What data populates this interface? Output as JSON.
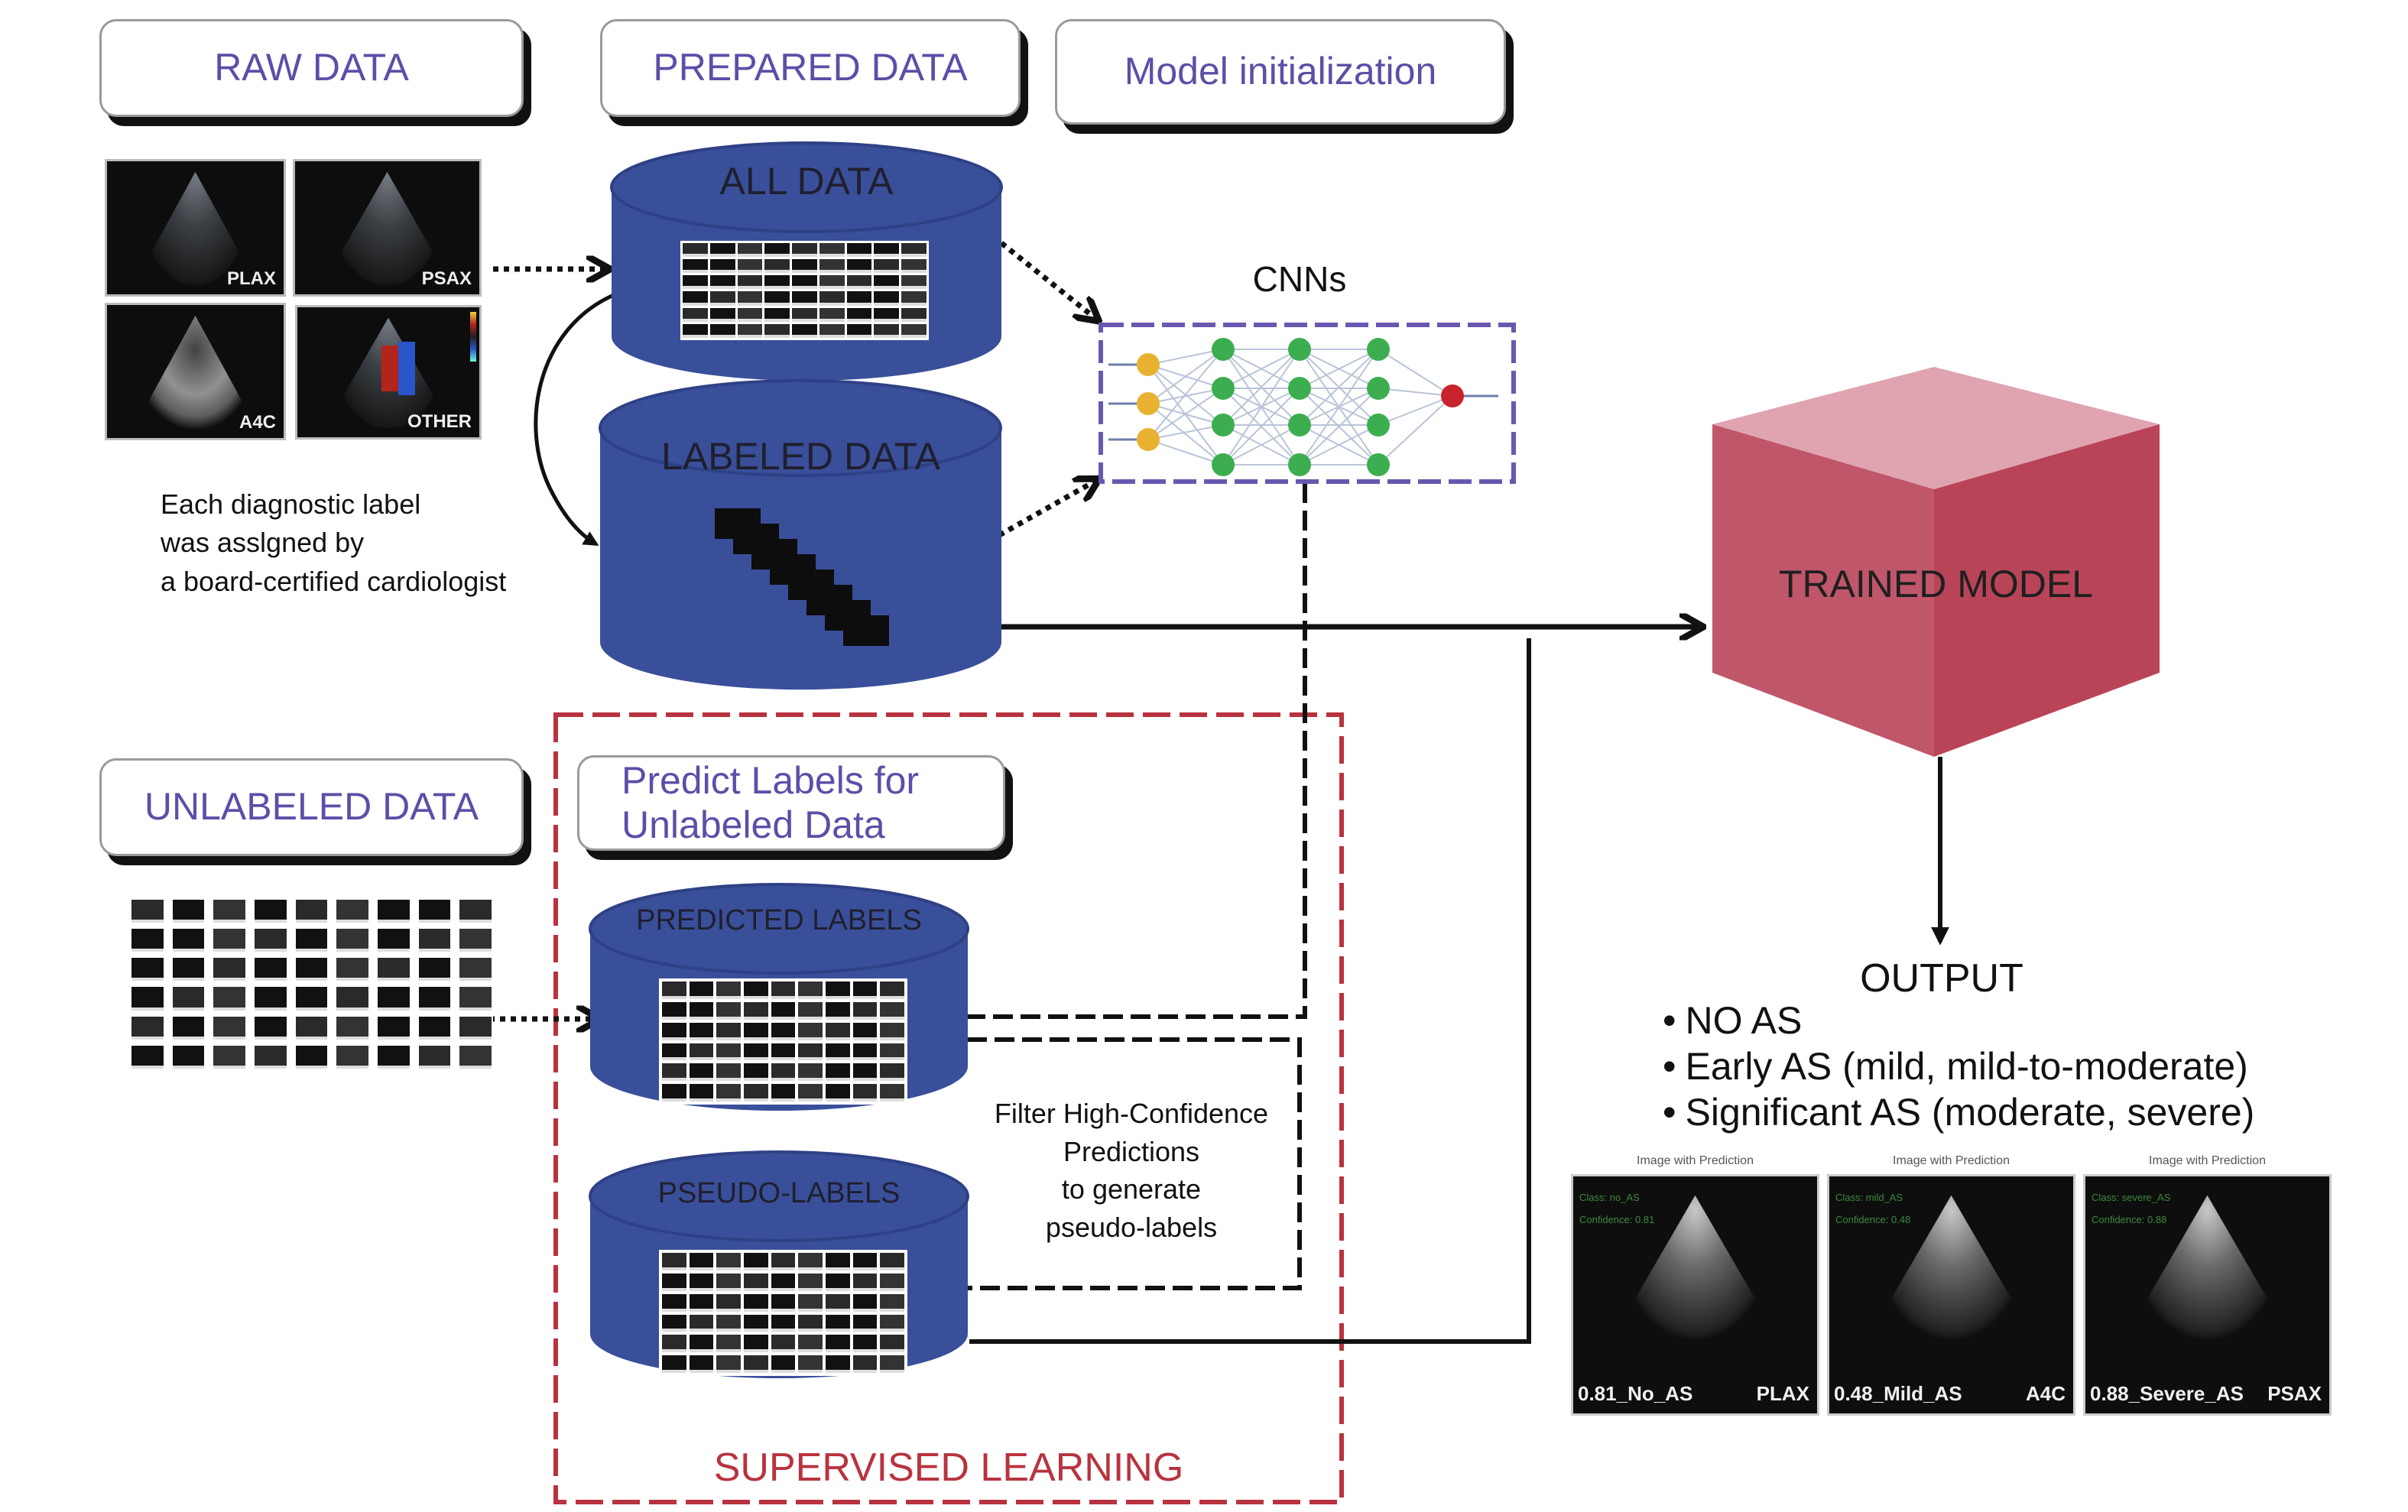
{
  "headers": {
    "raw_data": "RAW DATA",
    "prepared_data": "PREPARED DATA",
    "model_init": "Model initialization",
    "unlabeled_data": "UNLABELED DATA",
    "predict_labels": "Predict Labels for Unlabeled Data"
  },
  "raw_images": [
    {
      "view": "PLAX"
    },
    {
      "view": "PSAX"
    },
    {
      "view": "A4C"
    },
    {
      "view": "OTHER"
    }
  ],
  "annotation": {
    "lines": [
      "Each diagnostic label",
      "was asslgned by",
      "a board-certified cardiologist"
    ]
  },
  "cylinders": {
    "all_data": "ALL DATA",
    "labeled_data": "LABELED DATA",
    "predicted_labels": "PREDICTED LABELS",
    "pseudo_labels": "PSEUDO-LABELS"
  },
  "cnn": {
    "title": "CNNs",
    "layers": [
      3,
      4,
      4,
      4,
      1
    ],
    "colors": {
      "input": "#e8b230",
      "hidden": "#3cae4f",
      "output": "#c9232c",
      "border": "#6a57b0"
    }
  },
  "filter_text": {
    "lines": [
      "Filter High-Confidence",
      "Predictions",
      "to generate",
      "pseudo-labels"
    ]
  },
  "supervised_label": "SUPERVISED LEARNING",
  "trained_model": "TRAINED MODEL",
  "output": {
    "title": "OUTPUT",
    "items": [
      "NO AS",
      "Early AS (mild, mild-to-moderate)",
      "Significant AS (moderate, severe)"
    ],
    "examples": [
      {
        "caption": "Image with Prediction",
        "class_line": "Class: no_AS",
        "confidence_line": "Confidence: 0.81",
        "prediction": "0.81_No_AS",
        "view": "PLAX"
      },
      {
        "caption": "Image with Prediction",
        "class_line": "Class: mild_AS",
        "confidence_line": "Confidence: 0.48",
        "prediction": "0.48_Mild_AS",
        "view": "A4C"
      },
      {
        "caption": "Image with Prediction",
        "class_line": "Class: severe_AS",
        "confidence_line": "Confidence: 0.88",
        "prediction": "0.88_Severe_AS",
        "view": "PSAX"
      }
    ]
  },
  "colors": {
    "header_text": "#5b4fa8",
    "cylinder": "#3a4f9a",
    "supervised": "#b8333f",
    "cube_front": "#c0566a",
    "cube_top": "#e0a4b0"
  }
}
